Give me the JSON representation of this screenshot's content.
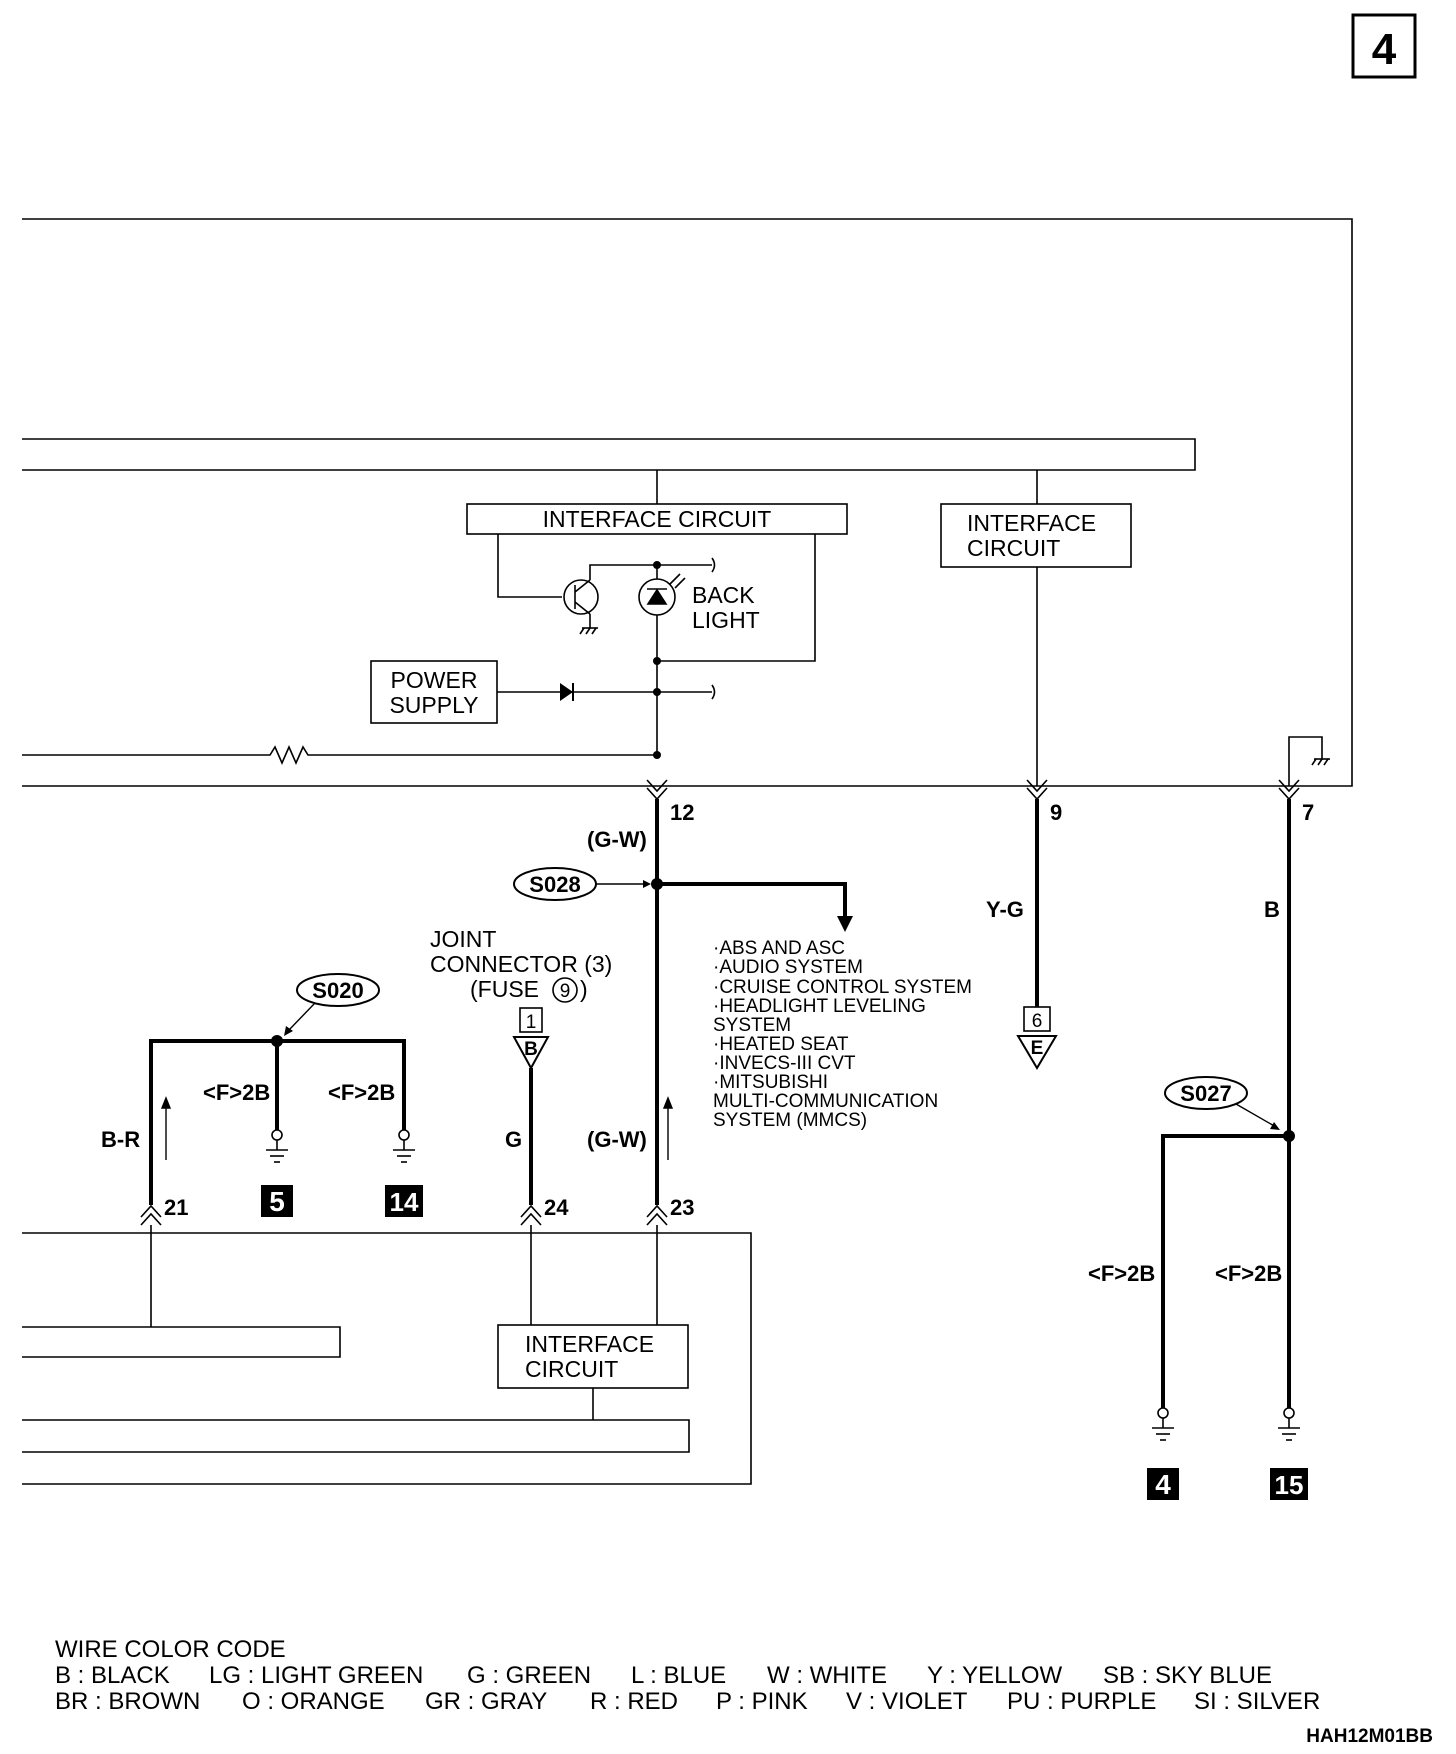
{
  "page_number": "4",
  "diagram_code": "HAH12M01BB",
  "modules": {
    "interface_circuit_top_left": [
      "INTERFACE CIRCUIT"
    ],
    "interface_circuit_top_right": [
      "INTERFACE",
      "CIRCUIT"
    ],
    "interface_circuit_bottom": [
      "INTERFACE",
      "CIRCUIT"
    ],
    "power_supply": [
      "POWER",
      "SUPPLY"
    ],
    "back_light": [
      "BACK",
      "LIGHT"
    ]
  },
  "joint_connector": {
    "lines": [
      "JOINT",
      "CONNECTOR (3)",
      "(FUSE",
      ")"
    ],
    "fuse_number": "9",
    "connector_pin": "1",
    "connector_letter": "B"
  },
  "splices": {
    "s028": "S028",
    "s020": "S020",
    "s027": "S027"
  },
  "pins": {
    "p12": "12",
    "p9": "9",
    "p7": "7",
    "p21": "21",
    "p24": "24",
    "p23": "23",
    "conn_e_pin": "6",
    "conn_e_letter": "E"
  },
  "wires": {
    "gw_top": "(G-W)",
    "yg": "Y-G",
    "b": "B",
    "br": "B-R",
    "g": "G",
    "gw_bottom": "(G-W)",
    "f2b": "<F>2B"
  },
  "grounds": {
    "g5": "5",
    "g14": "14",
    "g4": "4",
    "g15": "15"
  },
  "destinations": [
    "·ABS AND ASC",
    "·AUDIO SYSTEM",
    "·CRUISE CONTROL SYSTEM",
    "·HEADLIGHT LEVELING",
    " SYSTEM",
    "·HEATED SEAT",
    "·INVECS-III CVT",
    "·MITSUBISHI",
    " MULTI-COMMUNICATION",
    " SYSTEM (MMCS)"
  ],
  "wire_color_code": {
    "title": "WIRE COLOR CODE",
    "row1": [
      "B : BLACK",
      "LG : LIGHT GREEN",
      "G : GREEN",
      "L : BLUE",
      "W : WHITE",
      "Y : YELLOW",
      "SB : SKY BLUE"
    ],
    "row2": [
      "BR : BROWN",
      "O : ORANGE",
      "GR : GRAY",
      "R : RED",
      "P : PINK",
      "V : VIOLET",
      "PU : PURPLE",
      "SI : SILVER"
    ]
  }
}
